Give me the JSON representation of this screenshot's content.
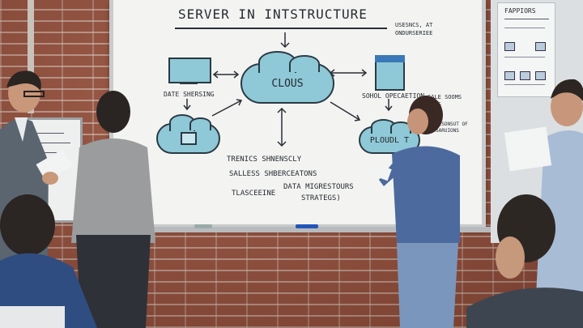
{
  "whiteboard": {
    "title": "SERVER IN INTSTRUCTURE",
    "top_right_note": "USESNCS, AT ONDURSERIEE",
    "center_cloud": "CLOUS",
    "left_label": "DATE SHERSING",
    "right_label": "SOHOL OPECAETION",
    "right_side_note": "SALE SOOMS BIPS",
    "right_low_note": "MESONSUT OF SARUIONS",
    "right_cloud": "PLOUDL T",
    "list_line1": "TRENICS SHNENSCLY",
    "list_line2": "SALLESS SHBERCEATONS",
    "list_line3": "TLASCEEINE",
    "list_line4": "DATA MIGRESTOURS",
    "list_line5": "STRATEGS)"
  },
  "poster": {
    "title": "FAPPIORS"
  },
  "colors": {
    "cloud_fill": "#8fc8d6",
    "ink": "#262a30",
    "brick": "#9c5440"
  }
}
